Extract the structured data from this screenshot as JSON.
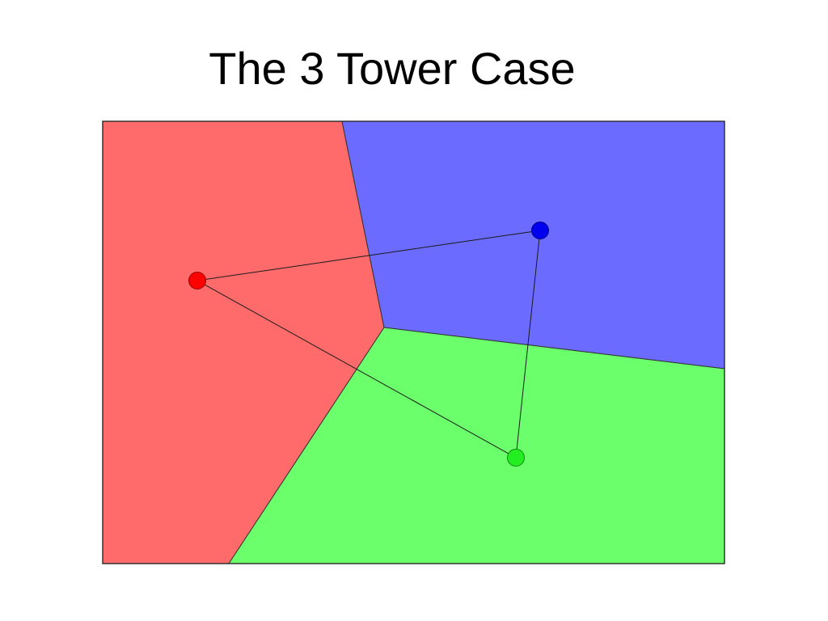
{
  "slide": {
    "title": "The 3 Tower Case"
  },
  "diagram": {
    "regions": [
      {
        "id": "red",
        "color": "#ff6b6b"
      },
      {
        "id": "blue",
        "color": "#6b6bff"
      },
      {
        "id": "green",
        "color": "#6bff6b"
      }
    ],
    "towers": [
      {
        "id": "red",
        "color": "#ff0000"
      },
      {
        "id": "blue",
        "color": "#0000ee"
      },
      {
        "id": "green",
        "color": "#22ee22"
      }
    ],
    "connections": [
      [
        "red",
        "blue"
      ],
      [
        "blue",
        "green"
      ],
      [
        "green",
        "red"
      ]
    ]
  }
}
